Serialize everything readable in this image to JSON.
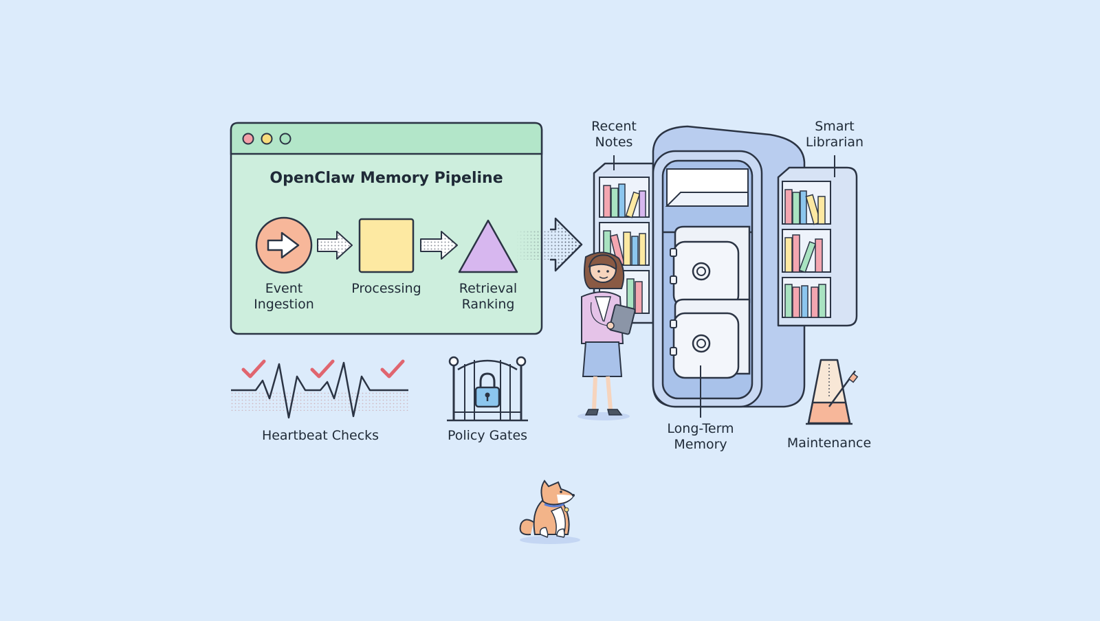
{
  "pipeline": {
    "title": "OpenClaw Memory Pipeline",
    "steps": [
      {
        "label": "Event\nIngestion",
        "shape": "circle",
        "icon": "arrow-right-icon",
        "color": "#f7b79a"
      },
      {
        "label": "Processing",
        "shape": "square",
        "color": "#fde9a2"
      },
      {
        "label": "Retrieval\nRanking",
        "shape": "triangle",
        "color": "#d7b7ef"
      }
    ],
    "window_dot_colors": [
      "#f4a0a8",
      "#f7dd7c",
      "#a9e3c1"
    ],
    "panel_color": "#cdeedd"
  },
  "storage": {
    "recent_notes": "Recent\nNotes",
    "smart_librarian": "Smart\nLibrarian",
    "long_term_memory": "Long-Term\nMemory",
    "maintenance": "Maintenance"
  },
  "bottom": {
    "heartbeat": "Heartbeat Checks",
    "policy": "Policy Gates"
  },
  "colors": {
    "background": "#dcebfb",
    "outline": "#2b3444",
    "check": "#e0656f",
    "lock": "#8cc6ee"
  },
  "icons": [
    "check-icon",
    "lock-icon",
    "metronome-icon",
    "dog-mascot",
    "librarian-figure"
  ]
}
